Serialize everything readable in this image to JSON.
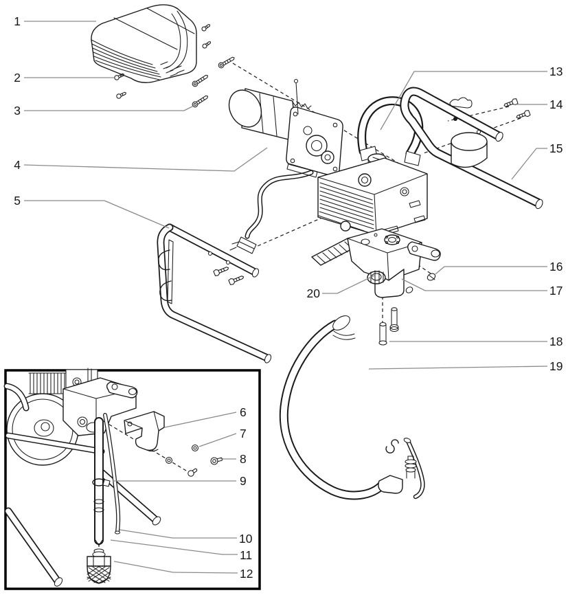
{
  "diagram": {
    "kind": "exploded-parts-diagram",
    "subject": "airless paint sprayer main assembly with inset assembled detail view",
    "colors": {
      "background": "#ffffff",
      "part_outline": "#1a1a1a",
      "leader_line": "#8a8a8a",
      "label_text": "#161616",
      "inset_border": "#000000"
    },
    "callouts": [
      {
        "label": "1",
        "part": "motor-cover"
      },
      {
        "label": "2",
        "part": "cover-screw"
      },
      {
        "label": "3",
        "part": "cover-screw-long"
      },
      {
        "label": "4",
        "part": "motor-assembly"
      },
      {
        "label": "5",
        "part": "cart-frame"
      },
      {
        "label": "6",
        "part": "mounting-bracket"
      },
      {
        "label": "7",
        "part": "washer"
      },
      {
        "label": "8",
        "part": "bracket-screw"
      },
      {
        "label": "9",
        "part": "tube-clip"
      },
      {
        "label": "10",
        "part": "return-tube"
      },
      {
        "label": "11",
        "part": "suction-tube"
      },
      {
        "label": "12",
        "part": "inlet-strainer"
      },
      {
        "label": "13",
        "part": "pump-assembly"
      },
      {
        "label": "14",
        "part": "handle-screws"
      },
      {
        "label": "15",
        "part": "cart-handle"
      },
      {
        "label": "16",
        "part": "plug"
      },
      {
        "label": "17",
        "part": "pump-block"
      },
      {
        "label": "18",
        "part": "dowel-pins"
      },
      {
        "label": "19",
        "part": "suction-hose-assembly"
      },
      {
        "label": "20",
        "part": "inlet-fitting"
      }
    ],
    "inset": {
      "purpose": "assembled-lower-unit-detail"
    }
  }
}
